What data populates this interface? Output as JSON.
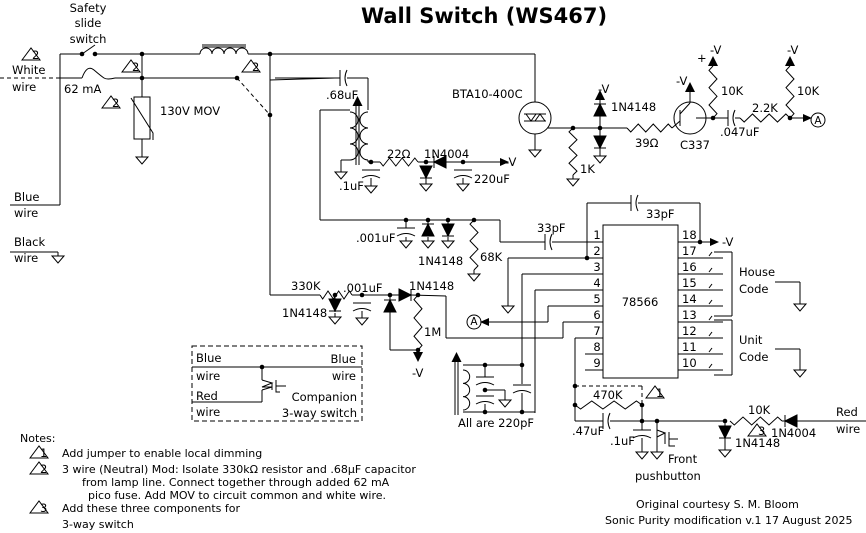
{
  "title": "Wall Switch (WS467)",
  "inputs": {
    "safety_switch": [
      "Safety",
      "slide",
      "switch"
    ],
    "white_wire": [
      "White",
      "wire"
    ],
    "blue_wire": [
      "Blue",
      "wire"
    ],
    "black_wire": [
      "Black",
      "wire"
    ],
    "red_wire": [
      "Red",
      "wire"
    ]
  },
  "components": {
    "fuse": "62 mA",
    "mov": "130V MOV",
    "cap_068": ".68uF",
    "cap_01": ".1uF",
    "res_22": "22Ω",
    "diode_1n4004_a": "1N4004",
    "cap_220u": "220uF",
    "neg_v": "-V",
    "triac": "BTA10-400C",
    "diode_1n4148_a": "1N4148",
    "res_39": "39Ω",
    "res_1k": "1K",
    "transistor": "C337",
    "res_10k_a": "10K",
    "res_10k_b": "10K",
    "res_2_2k": "2.2K",
    "cap_047": ".047uF",
    "node_a": "A",
    "plus": "+",
    "cap_001_a": ".001uF",
    "diode_1n4148_b": "1N4148",
    "res_68k": "68K",
    "cap_33p_a": "33pF",
    "cap_33p_b": "33pF",
    "res_330k": "330K",
    "cap_001_b": ".001uF",
    "diode_1n4148_c": "1N4148",
    "diode_1n4148_d": "1N4148",
    "res_1m": "1M",
    "caps_220p": "All are 220pF",
    "res_470k": "470K",
    "cap_047u": ".47uF",
    "cap_01_b": ".1uF",
    "front_pushbutton": [
      "Front",
      "pushbutton"
    ],
    "diode_1n4148_e": "1N4148",
    "res_10k_c": "10K",
    "diode_1n4004_b": "1N4004"
  },
  "ic": {
    "name": "78566",
    "left_pins": [
      "1",
      "2",
      "3",
      "4",
      "5",
      "6",
      "7",
      "8",
      "9"
    ],
    "right_pins": [
      "18",
      "17",
      "16",
      "15",
      "14",
      "13",
      "12",
      "11",
      "10"
    ],
    "house_code": [
      "House",
      "Code"
    ],
    "unit_code": [
      "Unit",
      "Code"
    ]
  },
  "companion": {
    "left_top": [
      "Blue",
      "wire"
    ],
    "left_bottom": [
      "Red",
      "wire"
    ],
    "right_top": [
      "Blue",
      "wire"
    ],
    "label": [
      "Companion",
      "3-way switch"
    ]
  },
  "markers": {
    "one": "1",
    "two": "2",
    "three": "3"
  },
  "notes": {
    "heading": "Notes:",
    "items": [
      {
        "marker": "1",
        "lines": [
          "Add jumper to enable local dimming"
        ]
      },
      {
        "marker": "2",
        "lines": [
          "3 wire (Neutral) Mod: Isolate 330kΩ resistor and .68μF capacitor",
          "from lamp line. Connect together through added 62 mA",
          "pico fuse. Add MOV to circuit common and white wire."
        ]
      },
      {
        "marker": "3",
        "lines": [
          "Add these three components for",
          "3-way switch"
        ]
      }
    ]
  },
  "credits": {
    "original": "Original courtesy  S. M. Bloom",
    "modification": "Sonic Purity modification v.1 17 August 2025"
  }
}
